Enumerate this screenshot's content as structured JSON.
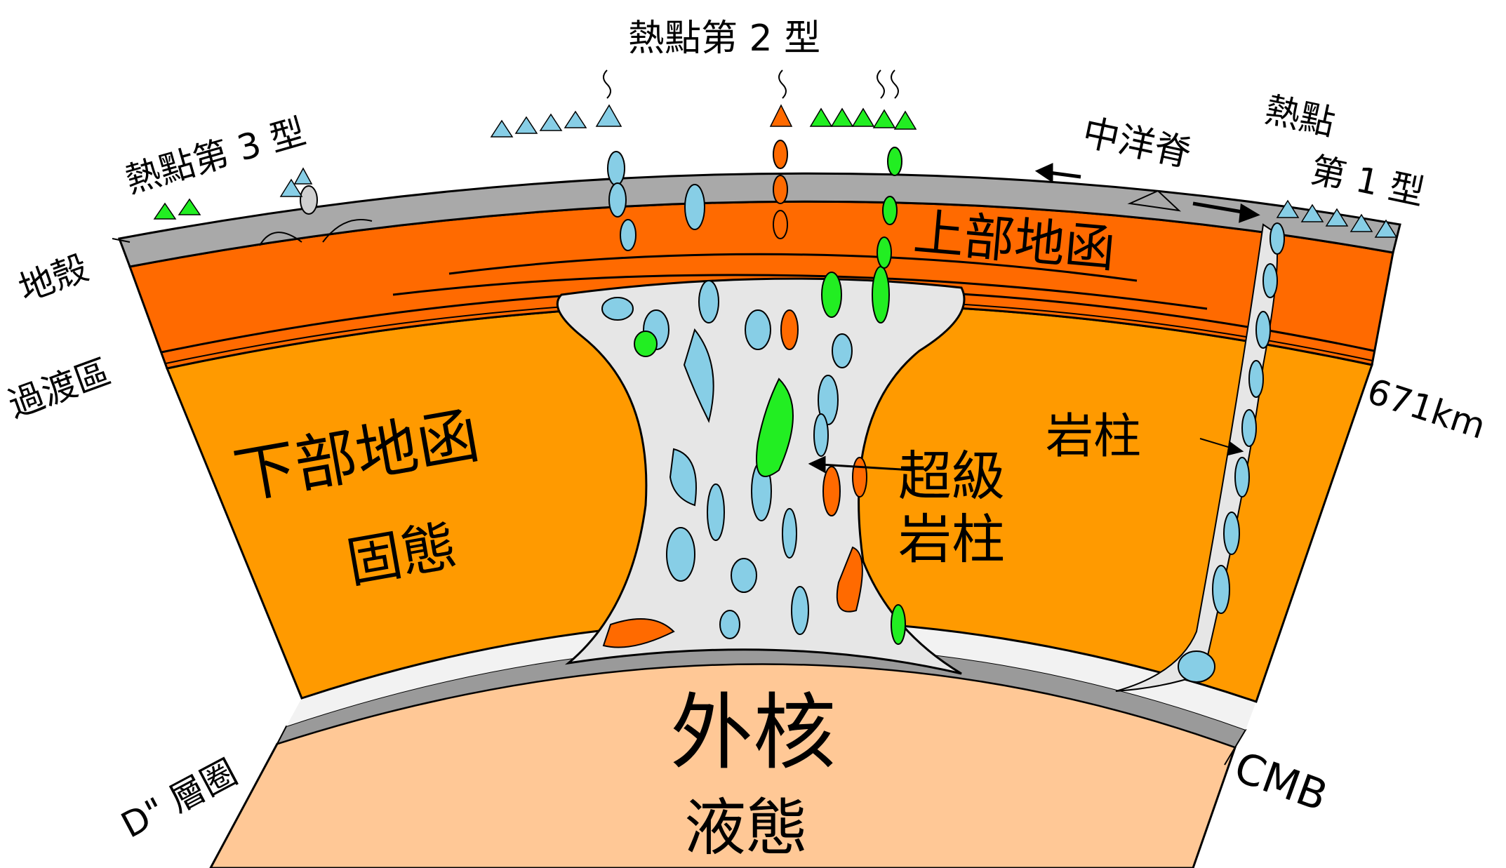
{
  "labels": {
    "hotspot_type2": "熱點第 2 型",
    "hotspot_type3": "熱點第 3 型",
    "hotspot_type1_line1": "熱點",
    "hotspot_type1_line2": "第 1 型",
    "mid_ocean_ridge": "中洋脊",
    "crust": "地殼",
    "upper_mantle": "上部地函",
    "transition_zone": "過渡區",
    "depth_671": "671km",
    "lower_mantle": "下部地函",
    "lower_mantle_state": "固態",
    "plume": "岩柱",
    "superplume_line1": "超級",
    "superplume_line2": "岩柱",
    "outer_core": "外核",
    "outer_core_state": "液態",
    "d_double_prime": "D\" 層圈",
    "cmb": "CMB"
  },
  "colors": {
    "crust": "#a9a9a9",
    "upper_mantle": "#ff6a00",
    "lower_mantle": "#ff9a00",
    "plume": "#e6e6e6",
    "outer_core": "#ffc896",
    "blob_blue": "#87cee6",
    "blob_green": "#22ee22",
    "blob_orange": "#ff6a00"
  }
}
